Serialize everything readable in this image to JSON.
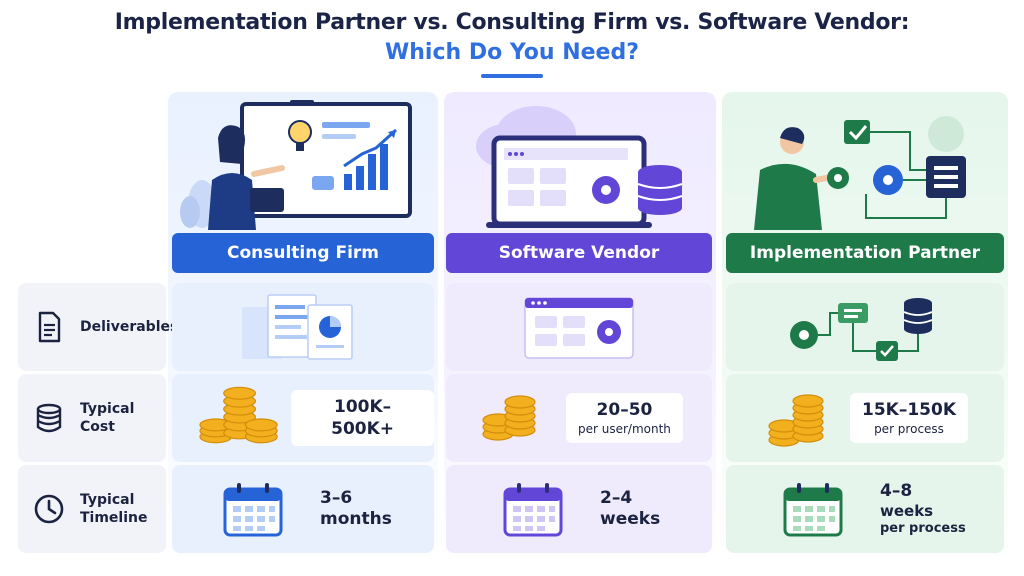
{
  "title": {
    "line1": "Implementation Partner vs. Consulting Firm vs. Software Vendor:",
    "line2": "Which Do You Need?"
  },
  "colors": {
    "consulting": "#2563d6",
    "vendor": "#6146d8",
    "partner": "#1f7a4a",
    "title_accent": "#2f6fe0"
  },
  "columns": [
    {
      "name": "Consulting Firm",
      "icon": "presenter-illustration"
    },
    {
      "name": "Software Vendor",
      "icon": "laptop-cloud-illustration"
    },
    {
      "name": "Implementation Partner",
      "icon": "workflow-illustration"
    }
  ],
  "rows": [
    {
      "label": "Deliverables",
      "icon": "document-icon"
    },
    {
      "label_line1": "Typical",
      "label_line2": "Cost",
      "icon": "database-icon"
    },
    {
      "label_line1": "Typical",
      "label_line2": "Timeline",
      "icon": "clock-icon"
    }
  ],
  "cost": {
    "consulting": {
      "value": "100K–500K+"
    },
    "vendor": {
      "value": "20–50",
      "unit": "per user/month"
    },
    "partner": {
      "value": "15K–150K",
      "unit": "per process"
    }
  },
  "timeline": {
    "consulting": {
      "line1": "3–6",
      "line2": "months"
    },
    "vendor": {
      "line1": "2–4",
      "line2": "weeks"
    },
    "partner": {
      "line1": "4–8",
      "line2": "weeks",
      "line3": "per process"
    }
  }
}
